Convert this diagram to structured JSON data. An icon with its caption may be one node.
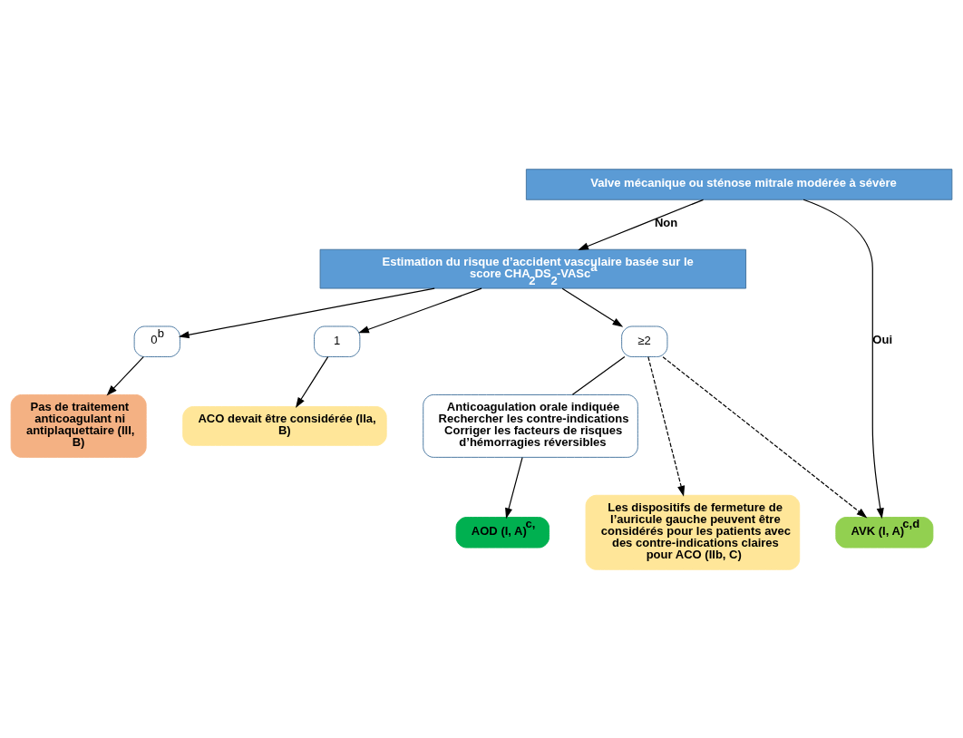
{
  "diagram": {
    "nodes": [
      {
        "text": [
          "Valve mécanique ou sténose mitrale modérée à sévère"
        ]
      },
      {
        "text": [
          "Estimation du risque d’accident vasculaire basée sur le score CHA$_{2}$DS$_{2}$-VASc$^{a}$"
        ]
      },
      {
        "text": [
          "0$^{b}$"
        ]
      },
      {
        "text": [
          "1"
        ]
      },
      {
        "text": [
          "≥2"
        ]
      },
      {
        "text": [
          "Pas de traitement anticoagulant ni antiplaquettaire (III, B)"
        ]
      },
      {
        "text": [
          "ACO devait être considérée (IIa, B)"
        ]
      },
      {
        "text": [
          "Anticoagulation orale indiquée",
          "Rechercher les contre-indications",
          "Corriger les facteurs de risques d’hémorragies réversibles"
        ]
      },
      {
        "text": [
          "Les dispositifs de fermeture de l’auricule gauche peuvent être considérés pour les patients avec des contre-indications claires pour ACO (IIb, C)"
        ]
      },
      {
        "text": [
          "AOD (I, A)$^{c,}$"
        ]
      },
      {
        "text": [
          "AVK (I, A)$^{c,d}$"
        ]
      }
    ],
    "edges": [
      {
        "from": 0,
        "to": 1,
        "arrow": "to",
        "label": "Non"
      },
      {
        "from": 0,
        "to": 10,
        "arrow": "to",
        "label": "Oui"
      },
      {
        "from": 1,
        "to": 2,
        "arrow": "to"
      },
      {
        "from": 1,
        "to": 3,
        "arrow": "to"
      },
      {
        "from": 1,
        "to": 4,
        "arrow": "to"
      },
      {
        "from": 2,
        "to": 5,
        "arrow": "to"
      },
      {
        "from": 3,
        "to": 6,
        "arrow": "to"
      },
      {
        "from": 4,
        "to": 7,
        "arrow": "none"
      },
      {
        "from": 4,
        "to": 8,
        "arrow": "to",
        "style": "dashed"
      },
      {
        "from": 4,
        "to": 10,
        "arrow": "to",
        "style": "dashed"
      },
      {
        "from": 7,
        "to": 9,
        "arrow": "to"
      }
    ]
  }
}
